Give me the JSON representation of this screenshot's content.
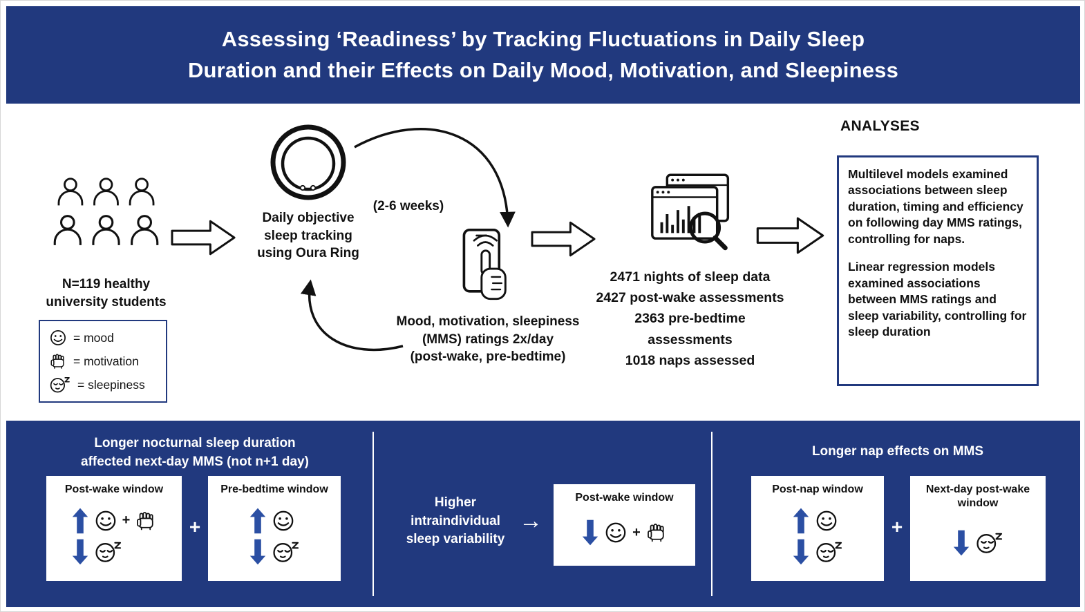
{
  "colors": {
    "navy": "#21397E",
    "arrow_blue": "#2B4FA3"
  },
  "header": {
    "title_line1": "Assessing ‘Readiness’ by Tracking Fluctuations in Daily Sleep",
    "title_line2": "Duration and their Effects on Daily Mood, Motivation, and Sleepiness"
  },
  "flow": {
    "participants_label": "N=119 healthy\nuniversity students",
    "oura_label": "Daily objective\nsleep tracking\nusing Oura Ring",
    "weeks_label": "(2-6 weeks)",
    "mms_label": "Mood, motivation, sleepiness\n(MMS) ratings 2x/day\n(post-wake, pre-bedtime)",
    "stats": [
      "2471 nights of sleep data",
      "2427 post-wake assessments",
      "2363 pre-bedtime assessments",
      "1018 naps assessed"
    ],
    "analyses_heading": "ANALYSES",
    "analyses_paragraph1": "Multilevel models examined associations between sleep duration, timing and efficiency on following day MMS ratings, controlling for naps.",
    "analyses_paragraph2": "Linear regression models examined associations between MMS ratings and sleep variability, controlling for sleep duration"
  },
  "legend": {
    "mood": "= mood",
    "motivation": "= motivation",
    "sleepiness": "= sleepiness"
  },
  "results": {
    "face_plus": "+",
    "left": {
      "heading": "Longer nocturnal sleep duration\naffected next-day MMS  (not n+1 day)",
      "box1_title": "Post-wake window",
      "box2_title": "Pre-bedtime window",
      "plus": "+"
    },
    "middle": {
      "label": "Higher\nintraindividual\nsleep variability",
      "arrow": "→",
      "box_title": "Post-wake window"
    },
    "right": {
      "heading": "Longer nap effects on MMS",
      "box1_title": "Post-nap window",
      "box2_title": "Next-day post-wake\nwindow",
      "plus": "+"
    }
  }
}
